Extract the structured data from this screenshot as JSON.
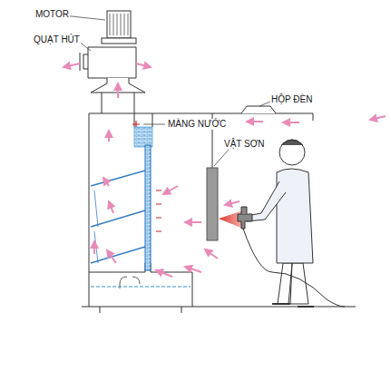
{
  "diagram": {
    "labels": [
      "MOTOR",
      "QUẠT HÚT",
      "HỘP ĐÈN",
      "MÀNG NƯỚC",
      "VẬT SƠN"
    ]
  }
}
